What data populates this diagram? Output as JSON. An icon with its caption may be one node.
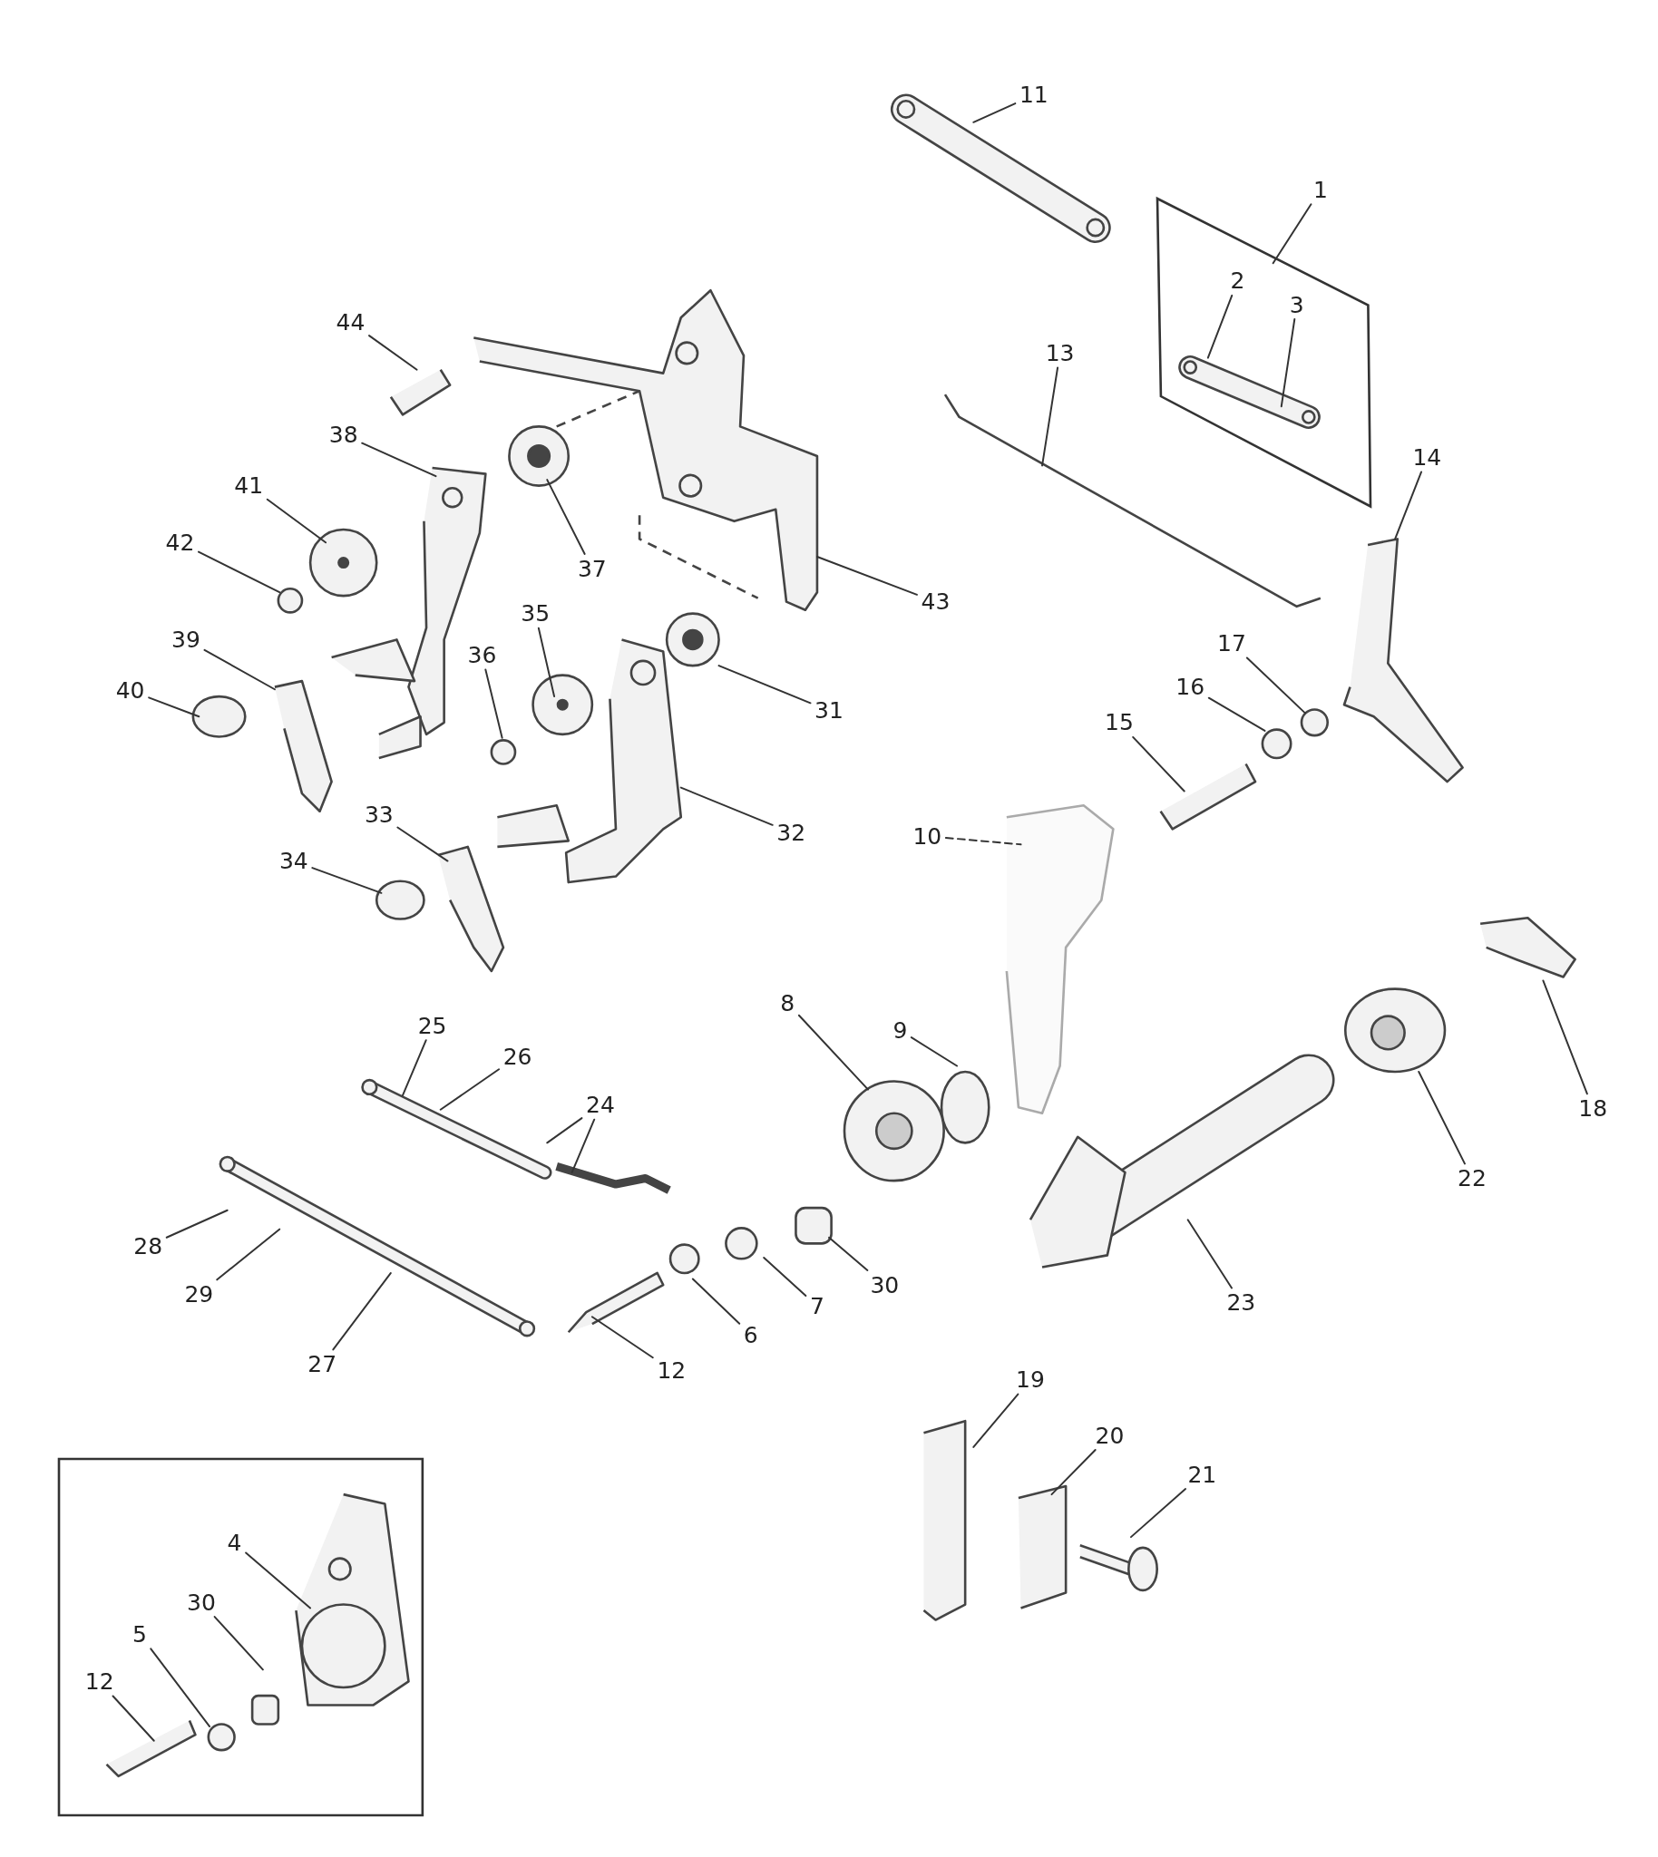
{
  "diagram": {
    "nodes": [
      {
        "text": [],
        "shape": "box"
      },
      {
        "text": [
          "11"
        ]
      },
      {
        "text": [
          "1"
        ]
      },
      {
        "text": [
          "2"
        ],
        "in": 0
      },
      {
        "text": [
          "3"
        ],
        "in": 0
      },
      {
        "text": [
          "13"
        ]
      },
      {
        "text": [
          "44"
        ]
      },
      {
        "text": [
          "38"
        ]
      },
      {
        "text": [
          "14"
        ]
      },
      {
        "text": [
          "41"
        ]
      },
      {
        "text": [
          "42"
        ]
      },
      {
        "text": [
          "37"
        ]
      },
      {
        "text": [
          "43"
        ]
      },
      {
        "text": [
          "35"
        ]
      },
      {
        "text": [
          "39"
        ]
      },
      {
        "text": [
          "17"
        ]
      },
      {
        "text": [
          "36"
        ]
      },
      {
        "text": [
          "16"
        ]
      },
      {
        "text": [
          "40"
        ]
      },
      {
        "text": [
          "31"
        ]
      },
      {
        "text": [
          "15"
        ]
      },
      {
        "text": [
          "33"
        ]
      },
      {
        "text": [
          "32"
        ]
      },
      {
        "text": [
          "10"
        ]
      },
      {
        "text": [
          "34"
        ]
      },
      {
        "text": [
          "8"
        ]
      },
      {
        "text": [
          "25"
        ]
      },
      {
        "text": [
          "9"
        ]
      },
      {
        "text": [
          "26"
        ]
      },
      {
        "text": [
          "24"
        ]
      },
      {
        "text": [
          "18"
        ]
      },
      {
        "text": [
          "22"
        ]
      },
      {
        "text": [
          "28"
        ]
      },
      {
        "text": [
          "30"
        ]
      },
      {
        "text": [
          "29"
        ]
      },
      {
        "text": [
          "23"
        ]
      },
      {
        "text": [
          "7"
        ]
      },
      {
        "text": [
          "6"
        ]
      },
      {
        "text": [
          "27"
        ]
      },
      {
        "text": [
          "12"
        ]
      },
      {
        "text": [
          "19"
        ]
      },
      {
        "text": [
          "20"
        ]
      },
      {
        "text": [],
        "shape": "box"
      },
      {
        "text": [
          "21"
        ]
      },
      {
        "text": [
          "4"
        ],
        "in": 42
      },
      {
        "text": [
          "30"
        ],
        "in": 42
      },
      {
        "text": [
          "5"
        ],
        "in": 42
      },
      {
        "text": [
          "12"
        ],
        "in": 42
      }
    ],
    "edges": [
      {
        "from": 1,
        "to": null,
        "arrow": "none"
      },
      {
        "from": 2,
        "to": 0,
        "arrow": "none"
      },
      {
        "from": 3,
        "to": null,
        "arrow": "none"
      },
      {
        "from": 4,
        "to": null,
        "arrow": "none"
      },
      {
        "from": 5,
        "to": null,
        "arrow": "none"
      },
      {
        "from": 6,
        "to": null,
        "arrow": "none"
      },
      {
        "from": 7,
        "to": null,
        "arrow": "none"
      },
      {
        "from": 8,
        "to": null,
        "arrow": "none"
      },
      {
        "from": 9,
        "to": null,
        "arrow": "none"
      },
      {
        "from": 10,
        "to": null,
        "arrow": "none"
      },
      {
        "from": 11,
        "to": null,
        "arrow": "none"
      },
      {
        "from": 12,
        "to": null,
        "arrow": "none"
      },
      {
        "from": 13,
        "to": null,
        "arrow": "none"
      },
      {
        "from": 14,
        "to": null,
        "arrow": "none"
      },
      {
        "from": 15,
        "to": null,
        "arrow": "none"
      },
      {
        "from": 16,
        "to": null,
        "arrow": "none"
      },
      {
        "from": 17,
        "to": null,
        "arrow": "none"
      },
      {
        "from": 18,
        "to": null,
        "arrow": "none"
      },
      {
        "from": 19,
        "to": null,
        "arrow": "none"
      },
      {
        "from": 20,
        "to": null,
        "arrow": "none"
      },
      {
        "from": 21,
        "to": null,
        "arrow": "none"
      },
      {
        "from": 22,
        "to": null,
        "arrow": "none"
      },
      {
        "from": 23,
        "to": null,
        "arrow": "none",
        "style": "dashed"
      },
      {
        "from": 24,
        "to": null,
        "arrow": "none"
      },
      {
        "from": 25,
        "to": null,
        "arrow": "none"
      },
      {
        "from": 26,
        "to": null,
        "arrow": "none"
      },
      {
        "from": 27,
        "to": null,
        "arrow": "none"
      },
      {
        "from": 28,
        "to": null,
        "arrow": "none"
      },
      {
        "from": 29,
        "to": null,
        "arrow": "none"
      },
      {
        "from": 29,
        "to": null,
        "arrow": "none"
      },
      {
        "from": 30,
        "to": null,
        "arrow": "none"
      },
      {
        "from": 31,
        "to": null,
        "arrow": "none"
      },
      {
        "from": 32,
        "to": null,
        "arrow": "none"
      },
      {
        "from": 33,
        "to": null,
        "arrow": "none"
      },
      {
        "from": 34,
        "to": null,
        "arrow": "none"
      },
      {
        "from": 35,
        "to": null,
        "arrow": "none"
      },
      {
        "from": 36,
        "to": null,
        "arrow": "none"
      },
      {
        "from": 37,
        "to": null,
        "arrow": "none"
      },
      {
        "from": 38,
        "to": null,
        "arrow": "none"
      },
      {
        "from": 39,
        "to": null,
        "arrow": "none"
      },
      {
        "from": 40,
        "to": null,
        "arrow": "none"
      },
      {
        "from": 41,
        "to": null,
        "arrow": "none"
      },
      {
        "from": 43,
        "to": null,
        "arrow": "none"
      },
      {
        "from": 44,
        "to": null,
        "arrow": "none"
      },
      {
        "from": 45,
        "to": null,
        "arrow": "none"
      },
      {
        "from": 46,
        "to": null,
        "arrow": "none"
      },
      {
        "from": 47,
        "to": null,
        "arrow": "none"
      }
    ]
  }
}
